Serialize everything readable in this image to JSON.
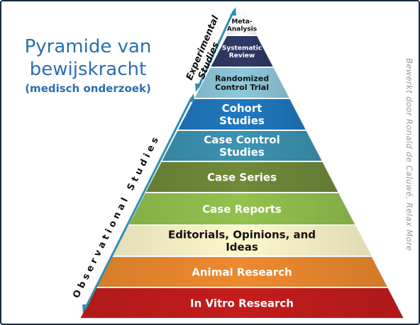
{
  "title": {
    "line1": "Pyramide van",
    "line2": "bewijskracht",
    "subtitle": "(medisch onderzoek)"
  },
  "credit": "Bewerkt door Ronald de Caluwé, Relax More",
  "labels": {
    "experimental_line1": "Experimental",
    "experimental_line2": "Studies",
    "observational": "Observational Studies"
  },
  "levels": [
    {
      "lines": [
        "Meta-",
        "Analysis"
      ],
      "color": "#ffffff",
      "text_color": "#111111"
    },
    {
      "lines": [
        "Systematic",
        "Review"
      ],
      "color": "#2e3a66",
      "text_color": "#ffffff"
    },
    {
      "lines": [
        "Randomized",
        "Control Trial"
      ],
      "color": "#8ec8dc",
      "text_color": "#111111"
    },
    {
      "lines": [
        "Cohort",
        "Studies"
      ],
      "color": "#1f78bf",
      "text_color": "#ffffff"
    },
    {
      "lines": [
        "Case Control",
        "Studies"
      ],
      "color": "#3b93b2",
      "text_color": "#ffffff"
    },
    {
      "lines": [
        "Case Series"
      ],
      "color": "#6f8a3a",
      "text_color": "#ffffff"
    },
    {
      "lines": [
        "Case Reports"
      ],
      "color": "#93c24e",
      "text_color": "#ffffff"
    },
    {
      "lines": [
        "Editorials, Opinions, and",
        "Ideas"
      ],
      "color": "#fdf7cc",
      "text_color": "#111111"
    },
    {
      "lines": [
        "Animal Research"
      ],
      "color": "#ee8a2e",
      "text_color": "#ffffff"
    },
    {
      "lines": [
        "In Vitro Research"
      ],
      "color": "#c41c1c",
      "text_color": "#ffffff"
    }
  ]
}
